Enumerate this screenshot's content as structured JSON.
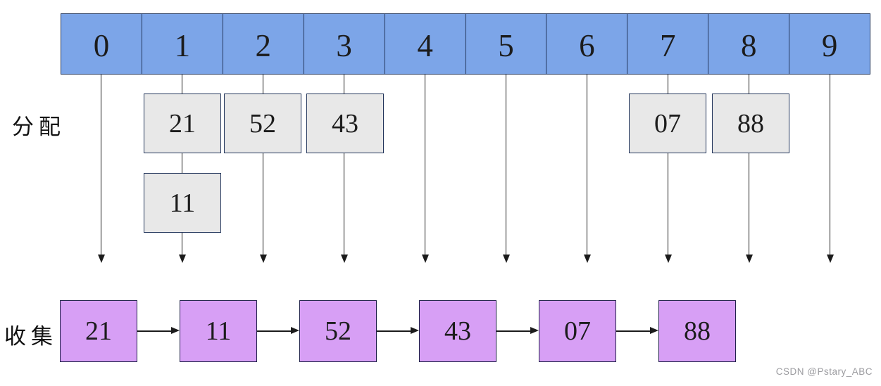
{
  "diagram": {
    "distribute_label": "分配",
    "collect_label": "收集",
    "buckets": [
      "0",
      "1",
      "2",
      "3",
      "4",
      "5",
      "6",
      "7",
      "8",
      "9"
    ],
    "distributed_boxes": [
      {
        "value": "21",
        "bucket": "1",
        "level": 1
      },
      {
        "value": "11",
        "bucket": "1",
        "level": 2
      },
      {
        "value": "52",
        "bucket": "2",
        "level": 1
      },
      {
        "value": "43",
        "bucket": "3",
        "level": 1
      },
      {
        "value": "07",
        "bucket": "7",
        "level": 1
      },
      {
        "value": "88",
        "bucket": "8",
        "level": 1
      }
    ],
    "collected_nodes": [
      "21",
      "11",
      "52",
      "43",
      "07",
      "88"
    ],
    "colors": {
      "bucket_fill": "#7ca5e8",
      "bucket_border": "#23365c",
      "distributed_fill": "#e8e8e8",
      "distributed_border": "#23365c",
      "collected_fill": "#d79ff5",
      "collected_border": "#20204a",
      "arrow": "#1b1b1b",
      "watermark_text": "#9c9ca0"
    }
  },
  "watermark": "CSDN @Pstary_ABC"
}
